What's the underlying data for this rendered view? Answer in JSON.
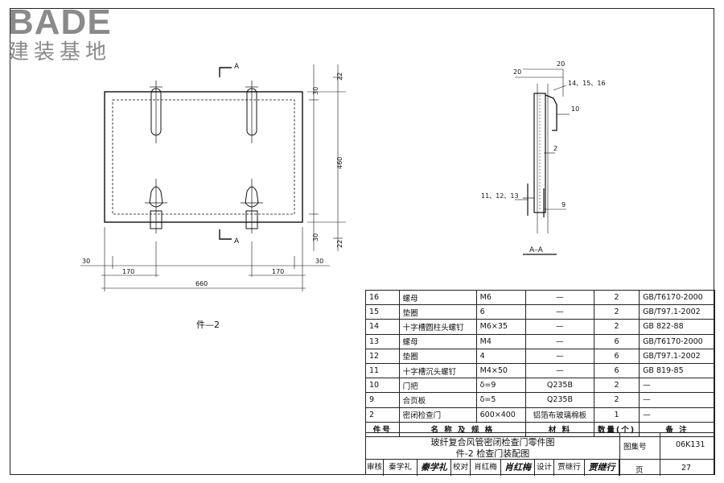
{
  "logo": {
    "main": "BADE",
    "sub": "建装基地"
  },
  "section_markers": {
    "a_top": "A",
    "a_bottom": "A",
    "section_title": "A–A"
  },
  "front_view": {
    "dims": {
      "d22_top": "22",
      "d30_top": "30",
      "d460": "460",
      "d30_bottom": "30",
      "d22_bottom": "22",
      "d30_left": "30",
      "d170_left": "170",
      "d660": "660",
      "d170_right": "170",
      "d30_right": "30"
    }
  },
  "section_view": {
    "dims": {
      "d20_a": "20",
      "d20_b": "20"
    },
    "callouts": {
      "c14_15_16": "14、15、16",
      "c10": "10",
      "c2": "2",
      "c11_12_13": "11、12、13",
      "c9": "9"
    }
  },
  "part_label": "件—2",
  "parts_table": {
    "rows": [
      {
        "no": "16",
        "name": "螺母",
        "spec": "M6",
        "material": "—",
        "qty": "2",
        "note": "GB/T6170-2000"
      },
      {
        "no": "15",
        "name": "垫圈",
        "spec": "6",
        "material": "—",
        "qty": "2",
        "note": "GB/T97.1-2002"
      },
      {
        "no": "14",
        "name": "十字槽圆柱头螺钉",
        "spec": "M6×35",
        "material": "—",
        "qty": "2",
        "note": "GB 822-88"
      },
      {
        "no": "13",
        "name": "螺母",
        "spec": "M4",
        "material": "—",
        "qty": "6",
        "note": "GB/T6170-2000"
      },
      {
        "no": "12",
        "name": "垫圈",
        "spec": "4",
        "material": "—",
        "qty": "6",
        "note": "GB/T97.1-2002"
      },
      {
        "no": "11",
        "name": "十字槽沉头螺钉",
        "spec": "M4×50",
        "material": "—",
        "qty": "6",
        "note": "GB 819-85"
      },
      {
        "no": "10",
        "name": "门把",
        "spec": "δ=9",
        "material": "Q235B",
        "qty": "2",
        "note": "—"
      },
      {
        "no": "9",
        "name": "合页板",
        "spec": "δ=5",
        "material": "Q235B",
        "qty": "2",
        "note": "—"
      },
      {
        "no": "2",
        "name": "密闭检查门",
        "spec": "600×400",
        "material": "铝箔布玻璃棉板",
        "qty": "1",
        "note": "—"
      }
    ],
    "header": {
      "no": "件号",
      "name": "名 称 及 规 格",
      "material": "材 料",
      "qty": "数量(个)",
      "note": "备 注"
    }
  },
  "title_block": {
    "title_line1": "玻纤复合风管密闭检查门零件图",
    "title_line2": "件-2 检查门装配图",
    "atlas_label": "图集号",
    "atlas_no": "06K131",
    "review_label": "审核",
    "reviewer": "秦学礼",
    "check_label": "校对",
    "checker": "肖红梅",
    "design_label": "设计",
    "designer": "贾继行",
    "page_label": "页",
    "page_no": "27"
  }
}
